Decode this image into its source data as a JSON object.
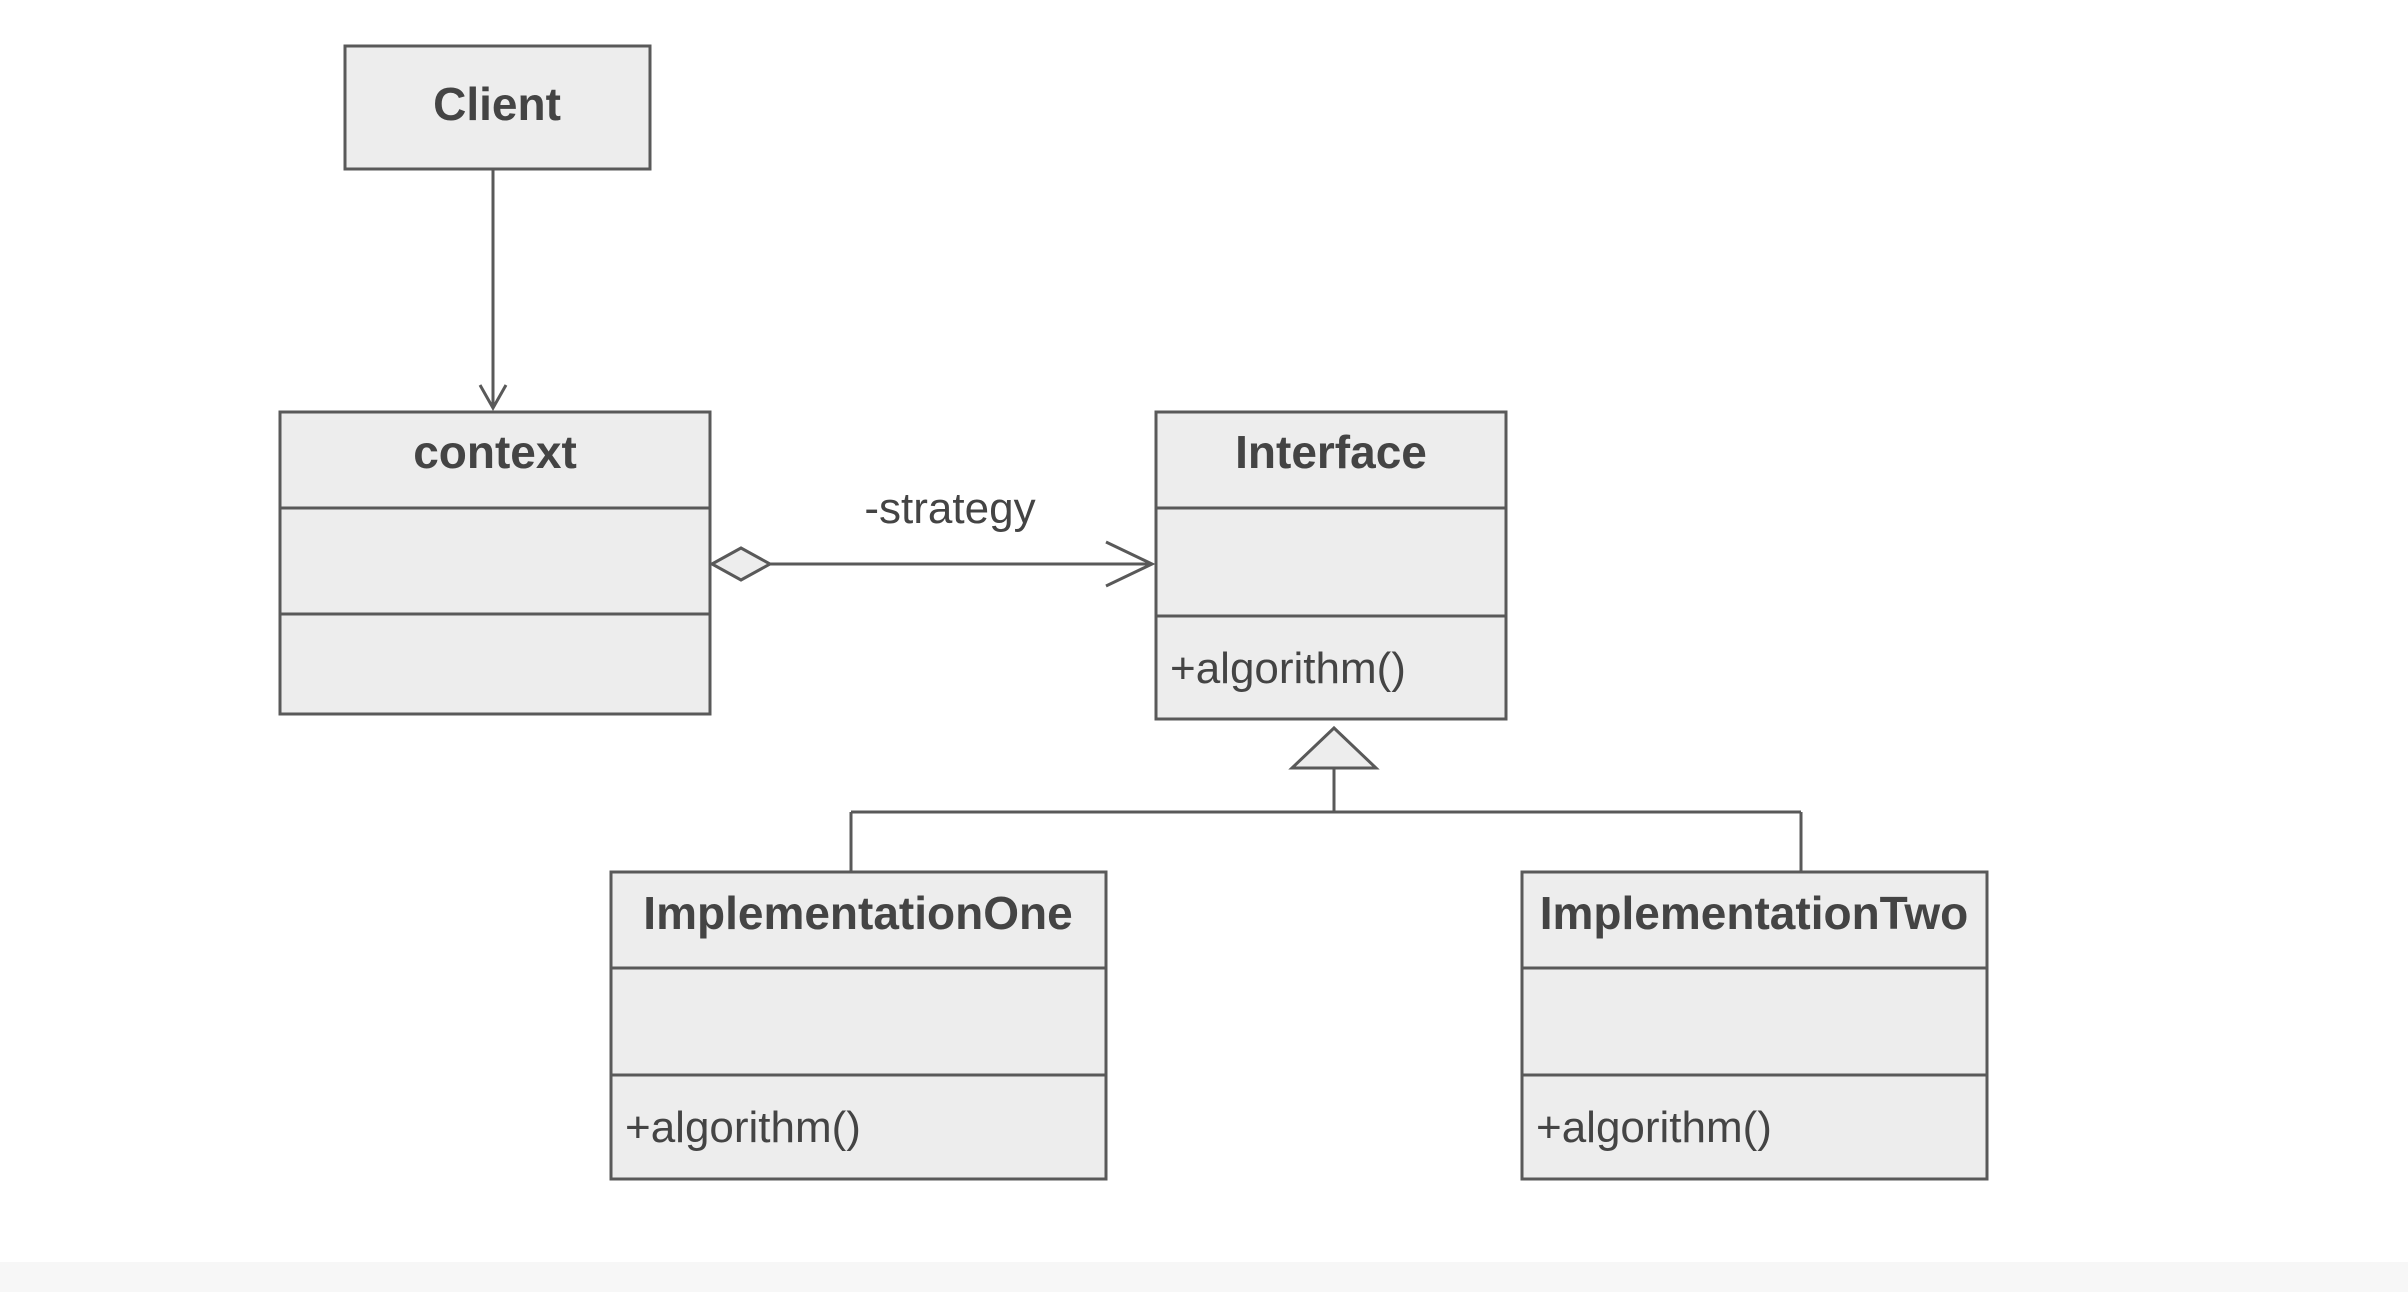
{
  "classes": {
    "client": {
      "name": "Client"
    },
    "context": {
      "name": "context",
      "attributes": "",
      "operations": ""
    },
    "interface": {
      "name": "Interface",
      "attributes": "",
      "operations": "+algorithm()"
    },
    "implementation_one": {
      "name": "ImplementationOne",
      "attributes": "",
      "operations": "+algorithm()"
    },
    "implementation_two": {
      "name": "ImplementationTwo",
      "attributes": "",
      "operations": "+algorithm()"
    }
  },
  "relations": {
    "client_to_context": {
      "type": "association"
    },
    "context_to_interface": {
      "type": "aggregation",
      "label": "-strategy"
    },
    "interface_realization": {
      "type": "generalization"
    }
  },
  "colors": {
    "box_fill": "#ededed",
    "stroke": "#595959",
    "text": "#444444"
  }
}
